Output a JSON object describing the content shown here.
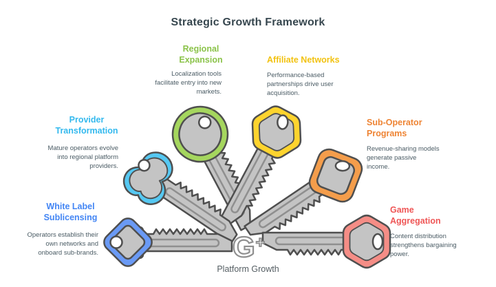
{
  "title": "Strategic Growth Framework",
  "center": {
    "logo_g": "G",
    "logo_plus": "+",
    "label": "Platform Growth"
  },
  "items": [
    {
      "id": "regional-expansion",
      "title": "Regional\nExpansion",
      "description": "Localization tools\nfacilitate entry into new\nmarkets.",
      "color": "#8bc34a",
      "key_color": "#a5d65e"
    },
    {
      "id": "affiliate-networks",
      "title": "Affiliate Networks",
      "description": "Performance-based\npartnerships drive user\nacquisition.",
      "color": "#f2c210",
      "key_color": "#fed42e"
    },
    {
      "id": "provider-transformation",
      "title": "Provider\nTransformation",
      "description": "Mature operators evolve\ninto regional platform\nproviders.",
      "color": "#33b9ee",
      "key_color": "#55c8f2"
    },
    {
      "id": "sub-operator-programs",
      "title": "Sub-Operator\nPrograms",
      "description": "Revenue-sharing models\ngenerate passive\nincome.",
      "color": "#ee8434",
      "key_color": "#f49d4b"
    },
    {
      "id": "white-label-sublicensing",
      "title": "White Label\nSublicensing",
      "description": "Operators establish their\nown networks and\nonboard sub-brands.",
      "color": "#4285f4",
      "key_color": "#6a9af5"
    },
    {
      "id": "game-aggregation",
      "title": "Game\nAggregation",
      "description": "Content distribution\nstrengthens bargaining\npower.",
      "color": "#ef5656",
      "key_color": "#f58d86"
    }
  ]
}
